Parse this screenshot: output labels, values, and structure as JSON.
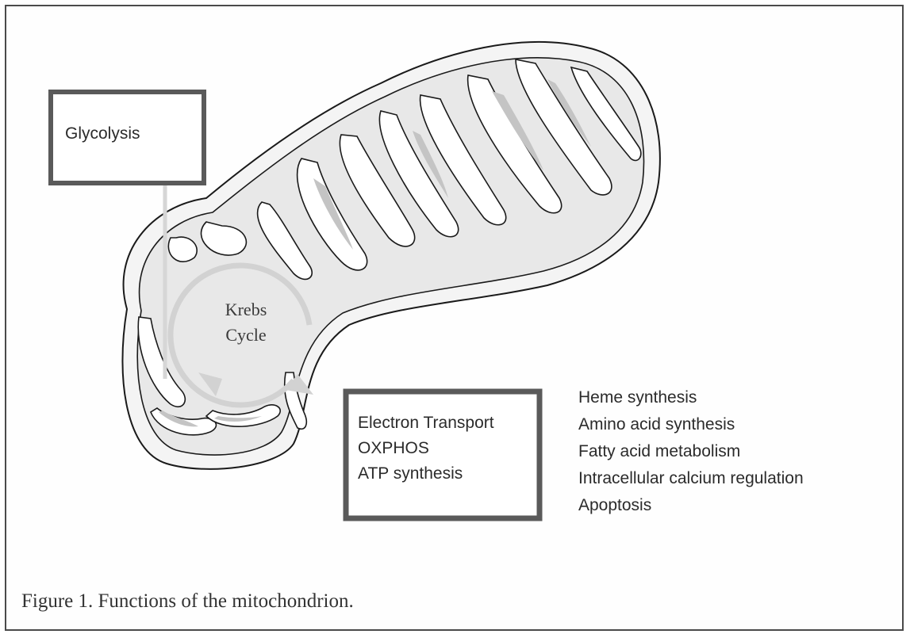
{
  "boxes": {
    "glycolysis": "Glycolysis",
    "etc_lines": [
      "Electron Transport",
      "OXPHOS",
      "ATP synthesis"
    ]
  },
  "krebs": {
    "line1": "Krebs",
    "line2": "Cycle"
  },
  "functions": [
    "Heme synthesis",
    "Amino acid synthesis",
    "Fatty acid metabolism",
    "Intracellular calcium regulation",
    "Apoptosis"
  ],
  "caption": "Figure 1.  Functions of the mitochondrion.",
  "colors": {
    "box_border": "#5a5a5a",
    "membrane_fill": "#e8e8e8",
    "cycle": "#d2d2d2",
    "outline": "#1a1a1a"
  }
}
